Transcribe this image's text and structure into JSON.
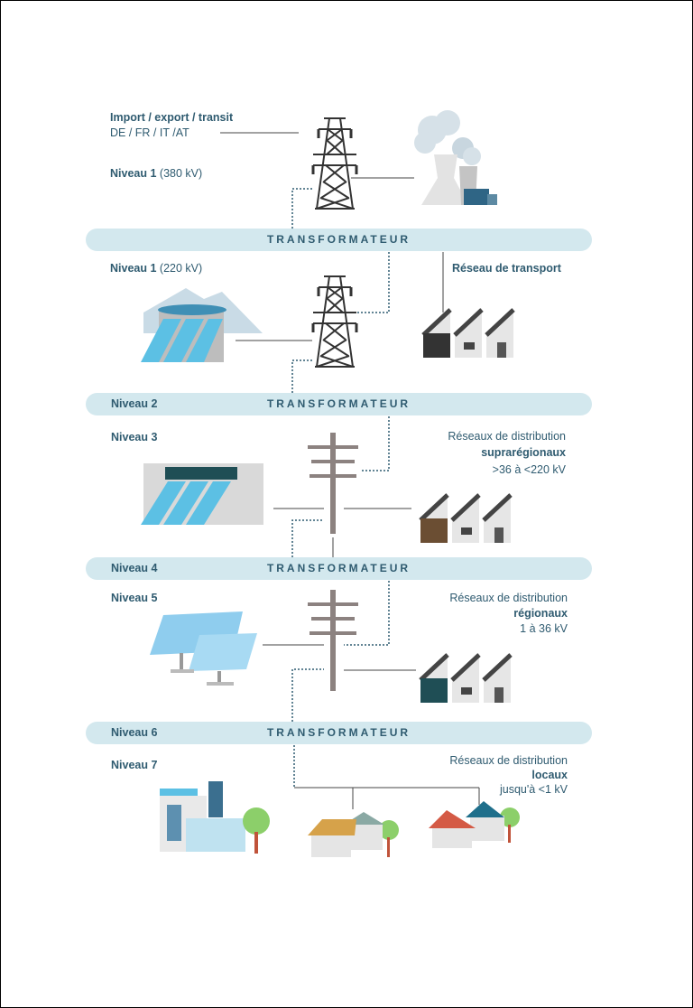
{
  "top": {
    "title": "Import / export / transit",
    "countries": "DE / FR / IT /AT",
    "level_bold": "Niveau 1",
    "level_value": "(380 kV)"
  },
  "section1": {
    "level_bold": "Niveau 1",
    "level_value": "(220 kV)",
    "network": "Réseau de transport"
  },
  "section2": {
    "level": "Niveau 3",
    "line1": "Réseaux de distribution",
    "line2": "suprarégionaux",
    "line3": ">36 à <220 kV"
  },
  "section3": {
    "level": "Niveau 5",
    "line1": "Réseaux de distribution",
    "line2": "régionaux",
    "line3": "1 à 36 kV"
  },
  "section4": {
    "level": "Niveau 7",
    "line1": "Réseaux de distribution",
    "line2": "locaux",
    "line3": "jusqu'à <1 kV"
  },
  "bands": [
    {
      "label": "TRANSFORMATEUR",
      "level": ""
    },
    {
      "label": "TRANSFORMATEUR",
      "level": "Niveau 2"
    },
    {
      "label": "TRANSFORMATEUR",
      "level": "Niveau 4"
    },
    {
      "label": "TRANSFORMATEUR",
      "level": "Niveau 6"
    }
  ],
  "colors": {
    "text": "#2f5b70",
    "band": "#d3e8ee",
    "pole": "#8c8280",
    "tower": "#333333"
  }
}
